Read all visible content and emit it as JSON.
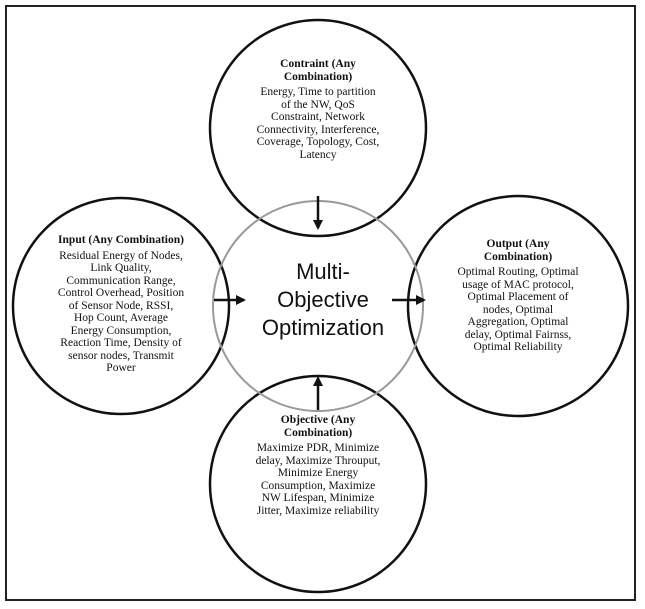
{
  "diagram": {
    "center": {
      "title_lines": [
        "Multi-",
        "Objective",
        "Optimization"
      ]
    },
    "constraint": {
      "heading_lines": [
        "Contraint (Any",
        "Combination)"
      ],
      "body_lines": [
        "Energy, Time to partition",
        "of the NW, QoS",
        "Constraint, Network",
        "Connectivity, Interference,",
        "Coverage, Topology, Cost,",
        "Latency"
      ]
    },
    "input": {
      "heading_lines": [
        "Input (Any Combination)"
      ],
      "body_lines": [
        "Residual Energy of Nodes,",
        "Link Quality,",
        "Communication Range,",
        "Control Overhead, Position",
        "of Sensor Node, RSSI,",
        "Hop Count, Average",
        "Energy Consumption,",
        "Reaction Time, Density of",
        "sensor nodes, Transmit",
        "Power"
      ]
    },
    "output": {
      "heading_lines": [
        "Output (Any",
        "Combination)"
      ],
      "body_lines": [
        "Optimal Routing, Optimal",
        "usage of MAC protocol,",
        "Optimal Placement of",
        "nodes, Optimal",
        "Aggregation, Optimal",
        "delay, Optimal Fairnss,",
        "Optimal Reliability"
      ]
    },
    "objective": {
      "heading_lines": [
        "Objective (Any",
        "Combination)"
      ],
      "body_lines": [
        "Maximize PDR, Minimize",
        "delay, Maximize Throuput,",
        "Minimize Energy",
        "Consumption, Maximize",
        "NW Lifespan, Minimize",
        "Jitter, Maximize reliability"
      ]
    },
    "colors": {
      "outline": "#111111",
      "center_outline": "#999999",
      "text": "#111111"
    }
  }
}
